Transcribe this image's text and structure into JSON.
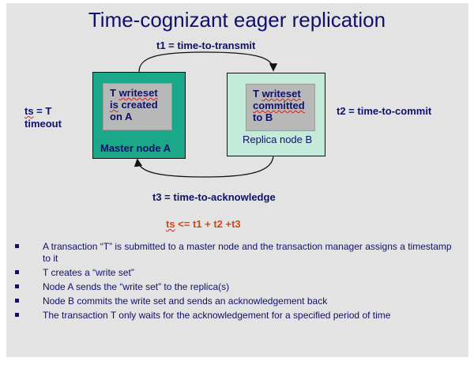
{
  "title": "Time-cognizant eager replication",
  "labels": {
    "t1": "t1 = time-to-transmit",
    "t2": "t2 = time-to-commit",
    "t3": "t3 = time-to-acknowledge",
    "ts_line1_a": "ts",
    "ts_line1_b": " = T",
    "ts_line2": "timeout"
  },
  "master_node": {
    "inner_line1_a": "T ",
    "inner_line1_b": "writeset",
    "inner_line2_a": "is",
    "inner_line2_b": " created",
    "inner_line3": "on A",
    "label": "Master node A"
  },
  "replica_node": {
    "inner_line1_a": "T ",
    "inner_line1_b": "writeset",
    "inner_line2": "committed",
    "inner_line3": "to B",
    "label": "Replica node B"
  },
  "formula_a": "ts",
  "formula_b": " <= t1 + t2 +t3",
  "bullets": [
    "A transaction “T” is submitted to a master node and the transaction manager assigns a timestamp to it",
    "T creates a “write set”",
    "Node A sends the “write set” to the replica(s)",
    "Node B commits the write set and sends an acknowledgement back",
    "The transaction T only waits for the acknowledgement for a specified period of time"
  ]
}
